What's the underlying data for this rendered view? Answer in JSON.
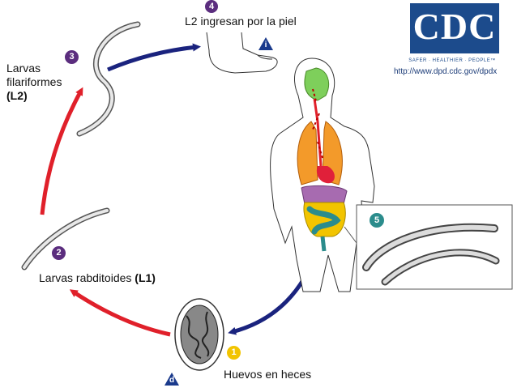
{
  "diagram": {
    "steps": {
      "s1": {
        "number": "1",
        "color": "#f2c400",
        "text": "Huevos en heces"
      },
      "s2": {
        "number": "2",
        "color": "#5b2d7e",
        "text_plain": "Larvas rabditoides ",
        "text_bold": "(L1)"
      },
      "s3": {
        "number": "3",
        "color": "#5b2d7e",
        "line1": "Larvas",
        "line2": "filariformes",
        "line3": "(L2)"
      },
      "s4": {
        "number": "4",
        "color": "#5b2d7e",
        "text": "L2 ingresan por la piel"
      },
      "s5": {
        "number": "5",
        "color": "#2b8c8c"
      }
    },
    "stage_markers": {
      "infective": {
        "letter": "i",
        "color": "#1a3a8c"
      },
      "diagnostic": {
        "letter": "d",
        "color": "#1a3a8c"
      }
    },
    "arrow_colors": {
      "red": "#e0202a",
      "blue": "#1a237e"
    }
  },
  "logo": {
    "text": "CDC",
    "tagline": "SAFER · HEALTHIER · PEOPLE™",
    "url": "http://www.dpd.cdc.gov/dpdx",
    "color": "#1c4b8c"
  }
}
